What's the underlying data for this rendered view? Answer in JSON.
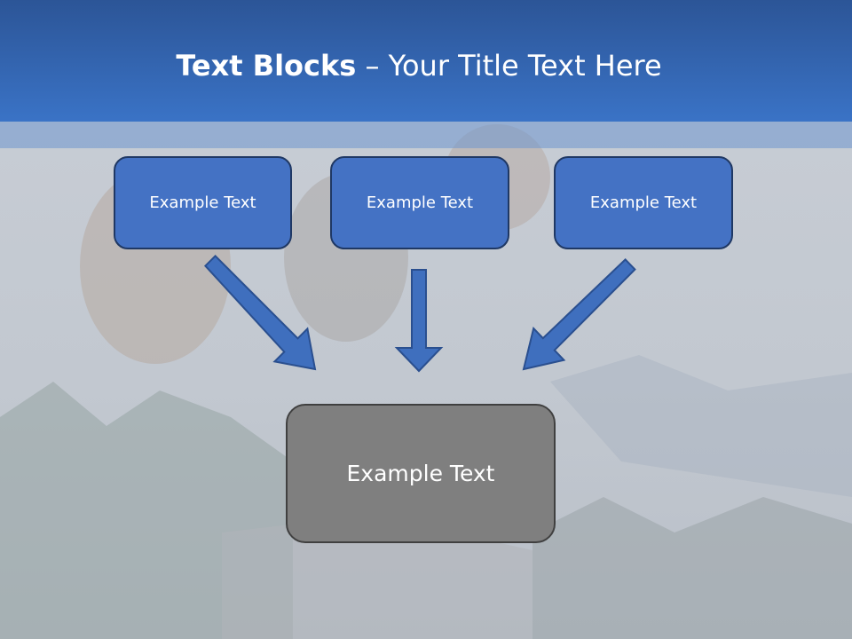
{
  "title": {
    "bold": "Text Blocks",
    "separator": " – ",
    "rest": "Your Title Text Here"
  },
  "blocks": [
    {
      "label": "Example Text"
    },
    {
      "label": "Example Text"
    },
    {
      "label": "Example Text"
    }
  ],
  "result_block": {
    "label": "Example Text"
  },
  "colors": {
    "header": "#3a73c6",
    "block_fill": "#4472c4",
    "block_border": "#1f3864",
    "result_fill": "#7f7f7f",
    "arrow": "#3f6fbe"
  },
  "background": "mountain-rock-photo"
}
